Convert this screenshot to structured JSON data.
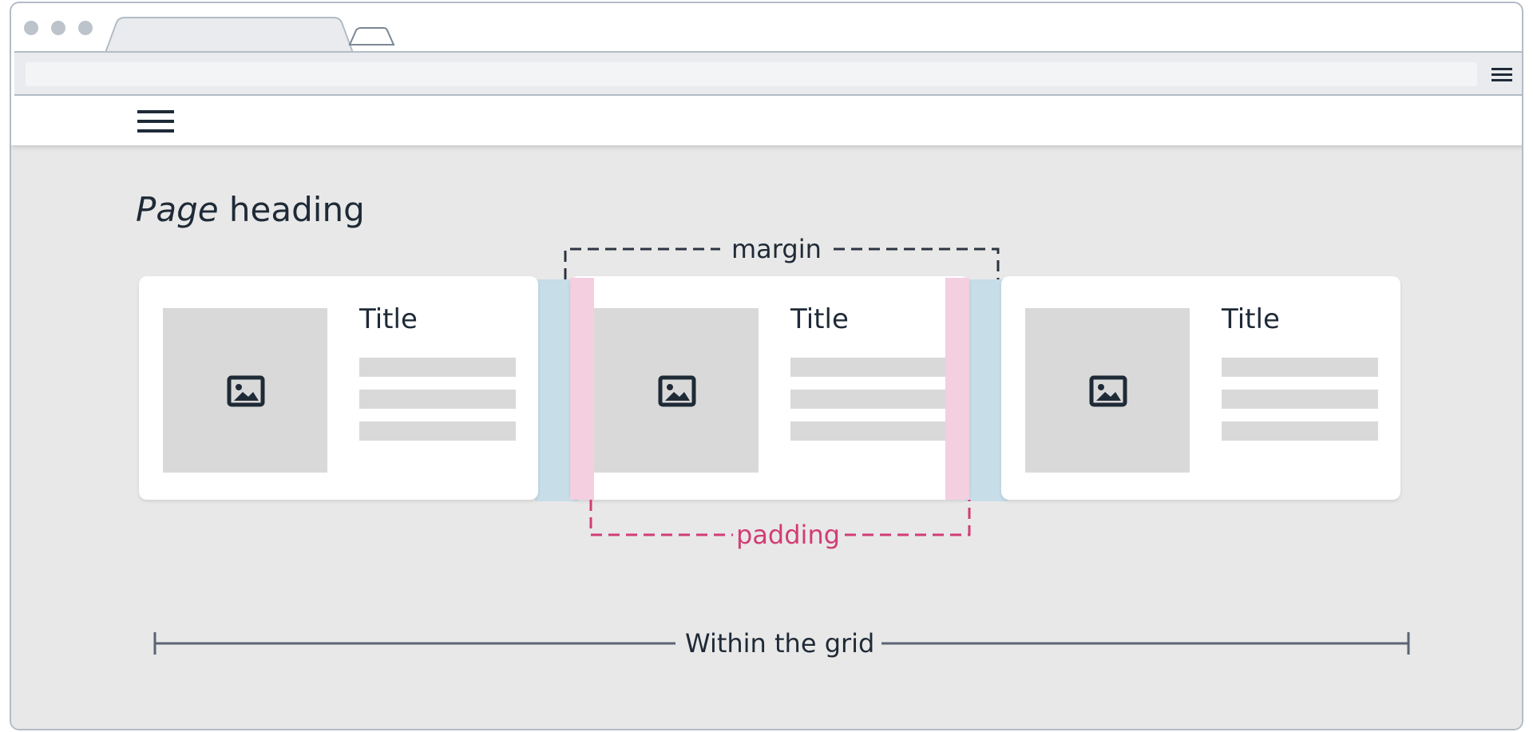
{
  "page": {
    "heading_italic": "Page",
    "heading_rest": " heading"
  },
  "cards": [
    {
      "title": "Title"
    },
    {
      "title": "Title"
    },
    {
      "title": "Title"
    }
  ],
  "annotations": {
    "margin": "margin",
    "padding": "padding",
    "grid": "Within the grid"
  },
  "icons": {
    "browser_menu": "hamburger-icon",
    "site_menu": "hamburger-icon",
    "thumbnail": "image-icon"
  },
  "colors": {
    "margin_band": "#c7dde8",
    "padding_band": "#f3cfdf",
    "padding_annotation": "#d23c75",
    "text": "#1f2a37",
    "content_bg": "#e8e8e8"
  }
}
